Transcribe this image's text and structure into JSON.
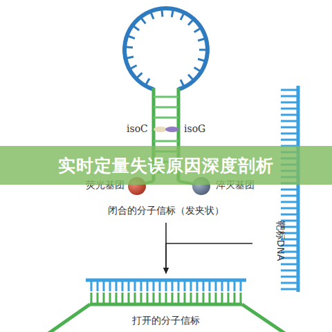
{
  "diagram": {
    "title": "实时定量失误原因深度剖析",
    "nodes": [
      {
        "text": [
          "闭合的分子信标（发夹状）"
        ]
      },
      {
        "text": [
          "靶标DNA"
        ]
      },
      {
        "text": [
          "打开的分子信标"
        ]
      }
    ],
    "edges": [
      {
        "from": 0,
        "to": 2,
        "arrow": "to"
      },
      {
        "from": 1,
        "to": 2,
        "arrow": "to"
      }
    ],
    "labels": [
      "isoC",
      "isoG",
      "荧光基团",
      "淬灭基团"
    ]
  }
}
